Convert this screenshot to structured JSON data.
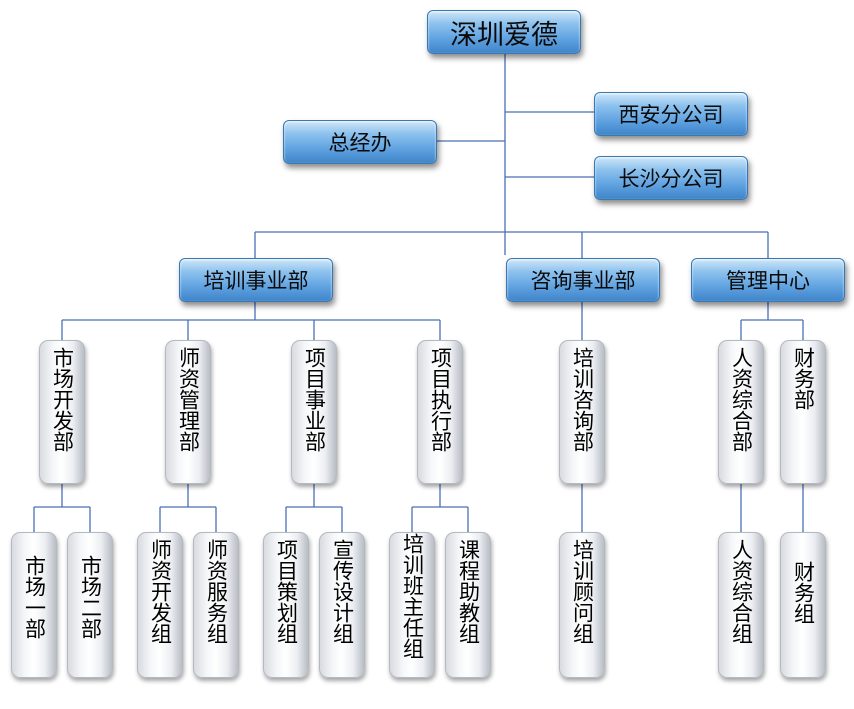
{
  "nodes": {
    "root": "深圳爱德",
    "xian": "西安分公司",
    "zongjingban": "总经办",
    "changsha": "长沙分公司",
    "peixun_shiye": "培训事业部",
    "zixun_shiye": "咨询事业部",
    "guanli_zhongxin": "管理中心",
    "shichang_kaifa": "市场开发部",
    "shizi_guanli": "师资管理部",
    "xiangmu_shiye": "项目事业部",
    "xiangmu_zhixing": "项目执行部",
    "peixun_zixun": "培训咨询部",
    "renzi_zonghe": "人资综合部",
    "caiwu": "财务部",
    "shichang_yi": "市场一部",
    "shichang_er": "市场二部",
    "shizi_kaifa": "师资开发组",
    "shizi_fuwu": "师资服务组",
    "xiangmu_cehua": "项目策划组",
    "xuanchuan_sheji": "宣传设计组",
    "peixunban_zhuren": "培训班主任组",
    "kecheng_zhujiao": "课程助教组",
    "peixun_guwen": "培训顾问组",
    "renzi_zonghe_zu": "人资综合组",
    "caiwu_zu": "财务组"
  },
  "colors": {
    "line": "#4a6fb5",
    "box_blue": "#5b9fdf",
    "box_grey": "#eceef2"
  }
}
